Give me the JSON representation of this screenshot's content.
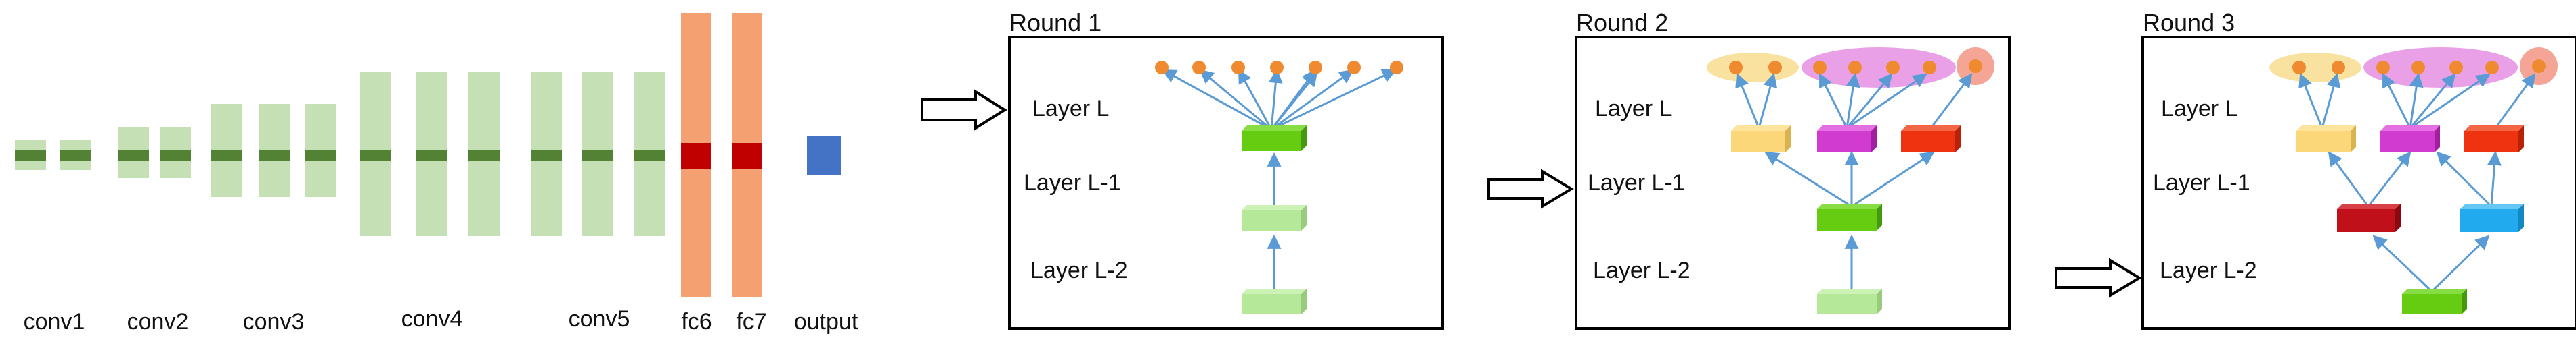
{
  "network": {
    "labels": [
      "conv1",
      "conv2",
      "conv3",
      "conv4",
      "conv5",
      "fc6",
      "fc7",
      "output"
    ]
  },
  "rounds": [
    {
      "title": "Round 1",
      "layers": [
        "Layer L",
        "Layer L-1",
        "Layer L-2"
      ]
    },
    {
      "title": "Round 2",
      "layers": [
        "Layer L",
        "Layer L-1",
        "Layer L-2"
      ]
    },
    {
      "title": "Round 3",
      "layers": [
        "Layer L",
        "Layer L-1",
        "Layer L-2"
      ]
    }
  ],
  "colors": {
    "conv_light": "#c5e0b4",
    "conv_dark": "#548235",
    "fc": "#f4a070",
    "fc_dark": "#c00000",
    "output": "#4472c4",
    "arrow_edge": "#5b9bd5",
    "leaf_node": "#f08a30",
    "green_block": "#66cc11",
    "light_green_block": "#b6e89a",
    "yellow_block": "#fcd77a",
    "magenta_block": "#d23bd0",
    "red_block": "#ef3311",
    "darkred_block": "#c0101a",
    "blue_block": "#22aaee",
    "yellow_cluster": "#f9e2a0",
    "pink_cluster": "#eaa0e6",
    "salmon_cluster": "#f4a596"
  }
}
